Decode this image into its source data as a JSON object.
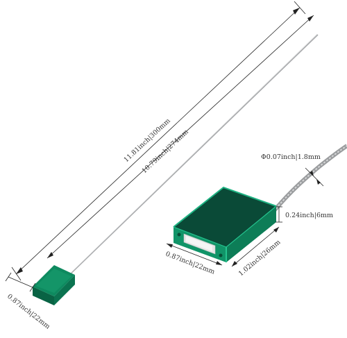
{
  "labels": {
    "overall_length": "11.81inch|300mm",
    "cable_length": "10.79inch|274mm",
    "lock_width_left": "0.87inch|22mm",
    "cable_diameter": "Φ0.07inch|1.8mm",
    "lock_thickness": "0.24inch|6mm",
    "lock_width": "0.87inch|22mm",
    "lock_length": "1.02inch|26mm"
  },
  "colors": {
    "lock_body": "#0c7a55",
    "lock_top": "#0a4a37",
    "lock_edge": "#1fb383",
    "cable": "#a7a9ab",
    "dimension_line": "#222222"
  }
}
